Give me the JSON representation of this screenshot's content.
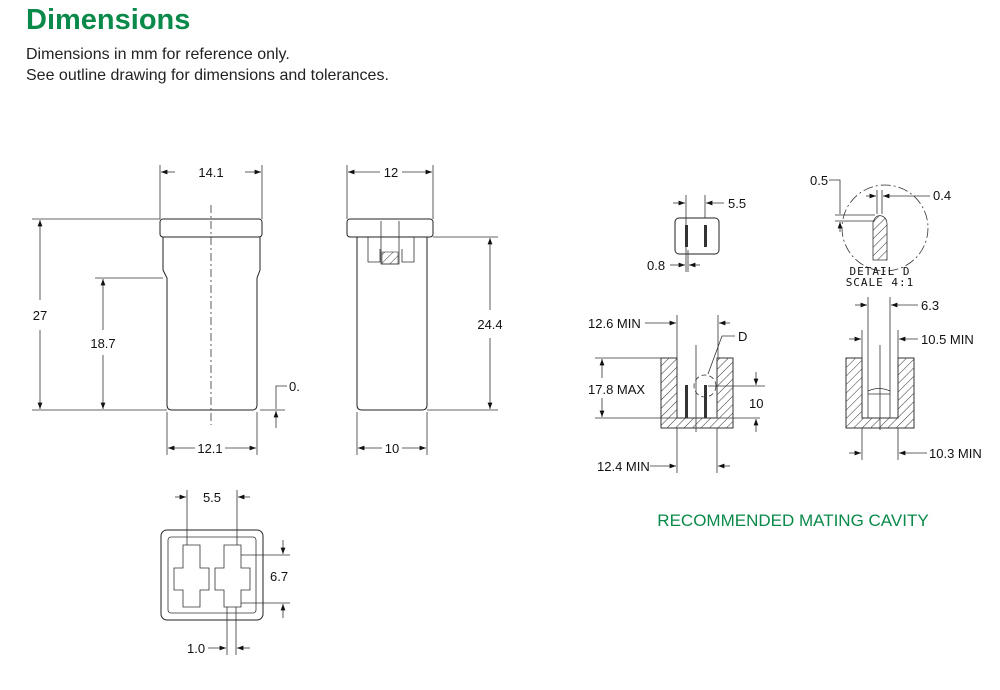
{
  "header": {
    "title": "Dimensions",
    "line1": "Dimensions in mm for reference only.",
    "line2": "See outline drawing for dimensions and tolerances."
  },
  "front_view": {
    "width_top": "14.1",
    "height_total": "27",
    "height_mid": "18.7",
    "width_bottom": "12.1",
    "bottom_offset": "0."
  },
  "side_view": {
    "width_top": "12",
    "height": "24.4",
    "width_bottom": "10"
  },
  "bottom_view": {
    "terminal_spacing": "5.5",
    "terminal_height": "6.7",
    "terminal_thickness": "1.0"
  },
  "mating_cavity": {
    "top_spacing": "5.5",
    "top_thickness": "0.8",
    "detail_top": "0.5",
    "detail_width": "0.4",
    "detail_label": "DETAIL D",
    "detail_scale": "SCALE 4:1",
    "width_top_min": "12.6 MIN",
    "detail_ref": "D",
    "depth_max": "17.8 MAX",
    "pin_height": "10",
    "width_bottom_min": "12.4 MIN",
    "side_width": "6.3",
    "side_top_min": "10.5 MIN",
    "side_bottom_min": "10.3 MIN",
    "caption": "RECOMMENDED MATING CAVITY"
  },
  "colors": {
    "brand_green": "#0a8a4a"
  }
}
